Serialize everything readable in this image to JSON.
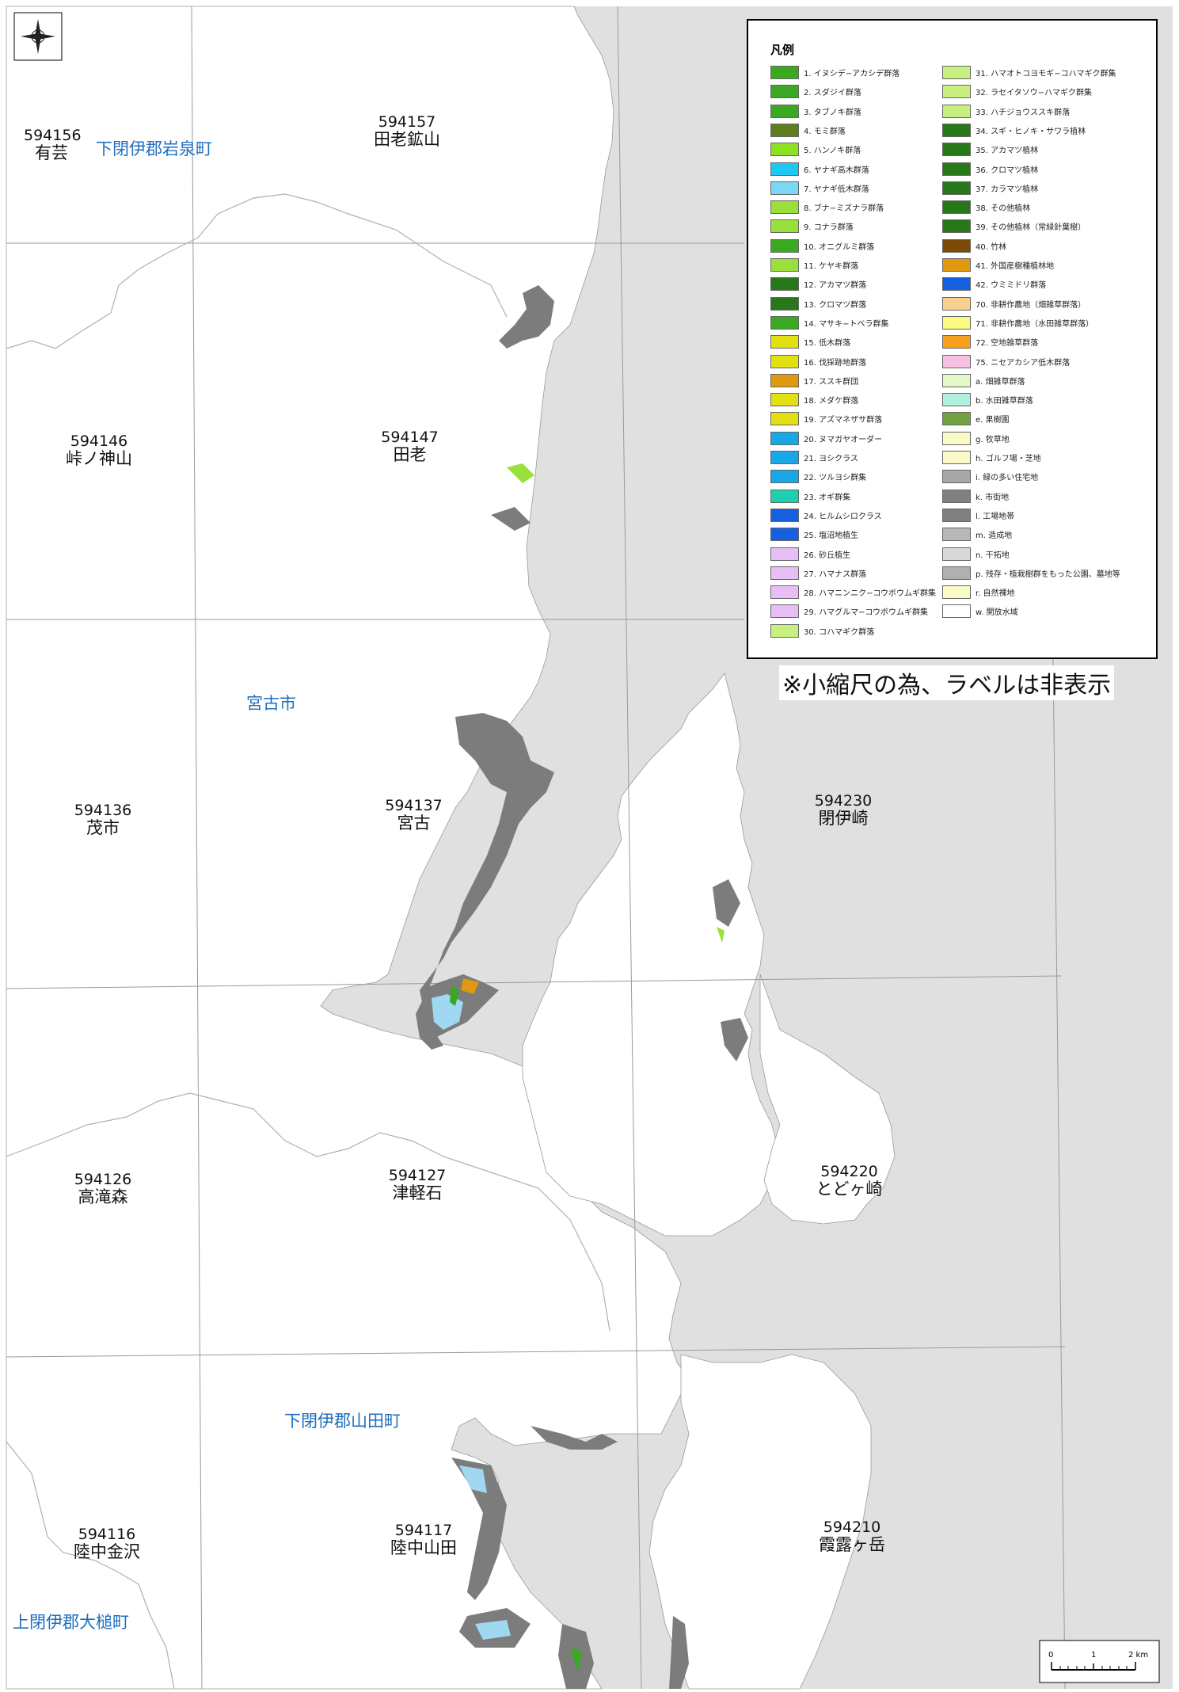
{
  "sheets": [
    {
      "code": "594156",
      "name": "有芸"
    },
    {
      "code": "594157",
      "name": "田老鉱山"
    },
    {
      "code": "594146",
      "name": "峠ノ神山"
    },
    {
      "code": "594147",
      "name": "田老"
    },
    {
      "code": "594136",
      "name": "茂市"
    },
    {
      "code": "594137",
      "name": "宮古"
    },
    {
      "code": "594230",
      "name": "閉伊崎"
    },
    {
      "code": "594126",
      "name": "高滝森"
    },
    {
      "code": "594127",
      "name": "津軽石"
    },
    {
      "code": "594220",
      "name": "とどヶ崎"
    },
    {
      "code": "594116",
      "name": "陸中金沢"
    },
    {
      "code": "594117",
      "name": "陸中山田"
    },
    {
      "code": "594210",
      "name": "霞露ヶ岳"
    }
  ],
  "admin_areas": [
    "下閉伊郡岩泉町",
    "宮古市",
    "下閉伊郡山田町",
    "上閉伊郡大槌町"
  ],
  "legend": {
    "title": "凡例",
    "left": [
      {
        "label": "1. イヌシデ−アカシデ群落",
        "color": "#3aa820"
      },
      {
        "label": "2. スダジイ群落",
        "color": "#3aa820"
      },
      {
        "label": "3. タブノキ群落",
        "color": "#3aa820"
      },
      {
        "label": "4. モミ群落",
        "color": "#5e7e1e"
      },
      {
        "label": "5. ハンノキ群落",
        "color": "#8ee022"
      },
      {
        "label": "6. ヤナギ高木群落",
        "color": "#1ec8f0"
      },
      {
        "label": "7. ヤナギ低木群落",
        "color": "#78d8f5"
      },
      {
        "label": "8. ブナ−ミズナラ群落",
        "color": "#9ae03a"
      },
      {
        "label": "9. コナラ群落",
        "color": "#9ae03a"
      },
      {
        "label": "10. オニグルミ群落",
        "color": "#3aa820"
      },
      {
        "label": "11. ケヤキ群落",
        "color": "#9ae03a"
      },
      {
        "label": "12. アカマツ群落",
        "color": "#267818"
      },
      {
        "label": "13. クロマツ群落",
        "color": "#267818"
      },
      {
        "label": "14. マサキ−トベラ群集",
        "color": "#3aa820"
      },
      {
        "label": "15. 低木群落",
        "color": "#e2e010"
      },
      {
        "label": "16. 伐採跡地群落",
        "color": "#e2e010"
      },
      {
        "label": "17. ススキ群団",
        "color": "#e0980e"
      },
      {
        "label": "18. メダケ群落",
        "color": "#e2e010"
      },
      {
        "label": "19. アズマネザサ群落",
        "color": "#e2e010"
      },
      {
        "label": "20. ヌマガヤオーダー",
        "color": "#18a8e8"
      },
      {
        "label": "21. ヨシクラス",
        "color": "#18a8e8"
      },
      {
        "label": "22. ツルヨシ群集",
        "color": "#18a8e8"
      },
      {
        "label": "23. オギ群集",
        "color": "#1ed0b0"
      },
      {
        "label": "24. ヒルムシロクラス",
        "color": "#1560e0"
      },
      {
        "label": "25. 塩沼地植生",
        "color": "#1560e0"
      },
      {
        "label": "26. 砂丘植生",
        "color": "#e8bff5"
      },
      {
        "label": "27. ハマナス群落",
        "color": "#e8bff5"
      },
      {
        "label": "28. ハマニンニク−コウボウムギ群集",
        "color": "#e8bff5"
      },
      {
        "label": "29. ハマグルマ−コウボウムギ群集",
        "color": "#e8bff5"
      },
      {
        "label": "30. コハマギク群落",
        "color": "#c8f080"
      }
    ],
    "right": [
      {
        "label": "31. ハマオトコヨモギ−コハマギク群集",
        "color": "#c8f080"
      },
      {
        "label": "32. ラセイタソウ−ハマギク群集",
        "color": "#c8f080"
      },
      {
        "label": "33. ハチジョウススキ群落",
        "color": "#c8f080"
      },
      {
        "label": "34. スギ・ヒノキ・サワラ植林",
        "color": "#267818"
      },
      {
        "label": "35. アカマツ植林",
        "color": "#267818"
      },
      {
        "label": "36. クロマツ植林",
        "color": "#267818"
      },
      {
        "label": "37. カラマツ植林",
        "color": "#267818"
      },
      {
        "label": "38. その他植林",
        "color": "#267818"
      },
      {
        "label": "39. その他植林（常緑針葉樹）",
        "color": "#267818"
      },
      {
        "label": "40. 竹林",
        "color": "#7a4a06"
      },
      {
        "label": "41. 外国産樹種植林地",
        "color": "#e0980e"
      },
      {
        "label": "42. ウミミドリ群落",
        "color": "#1560e0"
      },
      {
        "label": "70. 非耕作農地（畑雑草群落）",
        "color": "#f8d090"
      },
      {
        "label": "71. 非耕作農地（水田雑草群落）",
        "color": "#fafa80"
      },
      {
        "label": "72. 空地雑草群落",
        "color": "#f8a020"
      },
      {
        "label": "75. ニセアカシア低木群落",
        "color": "#f8c0e0"
      },
      {
        "label": "a. 畑雑草群落",
        "color": "#e4f8c8"
      },
      {
        "label": "b. 水田雑草群落",
        "color": "#b0f0e0"
      },
      {
        "label": "e. 果樹園",
        "color": "#70a040"
      },
      {
        "label": "g. 牧草地",
        "color": "#fafac8"
      },
      {
        "label": "h. ゴルフ場・芝地",
        "color": "#fafac8"
      },
      {
        "label": "i. 緑の多い住宅地",
        "color": "#a8a8a8"
      },
      {
        "label": "k. 市街地",
        "color": "#808080"
      },
      {
        "label": "l. 工場地帯",
        "color": "#808080"
      },
      {
        "label": "m. 造成地",
        "color": "#b8b8b8"
      },
      {
        "label": "n. 干拓地",
        "color": "#d8d8d8"
      },
      {
        "label": "p. 残存・植栽樹群をもった公園、墓地等",
        "color": "#b0b0b0"
      },
      {
        "label": "r. 自然裸地",
        "color": "#fafac8"
      },
      {
        "label": "w. 開放水域",
        "color": "#ffffff"
      }
    ]
  },
  "note": "※小縮尺の為、ラベルは非表示",
  "scale": {
    "ticks": [
      "0",
      "1",
      "2 km"
    ]
  },
  "compass": {
    "icon": "compass-rose-icon"
  },
  "colors": {
    "sea": "#e0e0e0",
    "land": "#ffffff",
    "urban": "#7c7c7c",
    "grid": "#9a9a9a"
  }
}
